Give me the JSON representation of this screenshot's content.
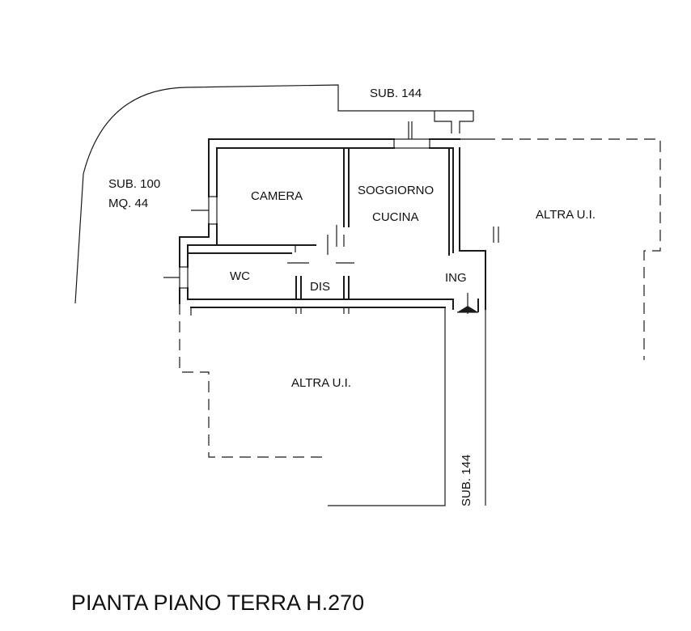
{
  "title": "PIANTA PIANO TERRA H.270",
  "labels": {
    "sub144_top": "SUB. 144",
    "sub100": "SUB. 100",
    "mq": "MQ. 44",
    "camera": "CAMERA",
    "soggiorno": "SOGGIORNO",
    "cucina": "CUCINA",
    "altra_right": "ALTRA U.I.",
    "wc": "WC",
    "dis": "DIS",
    "ing": "ING",
    "altra_bottom": "ALTRA U.I.",
    "sub144_vertical": "SUB. 144"
  },
  "colors": {
    "line": "#1a1a1a",
    "background": "#ffffff"
  }
}
